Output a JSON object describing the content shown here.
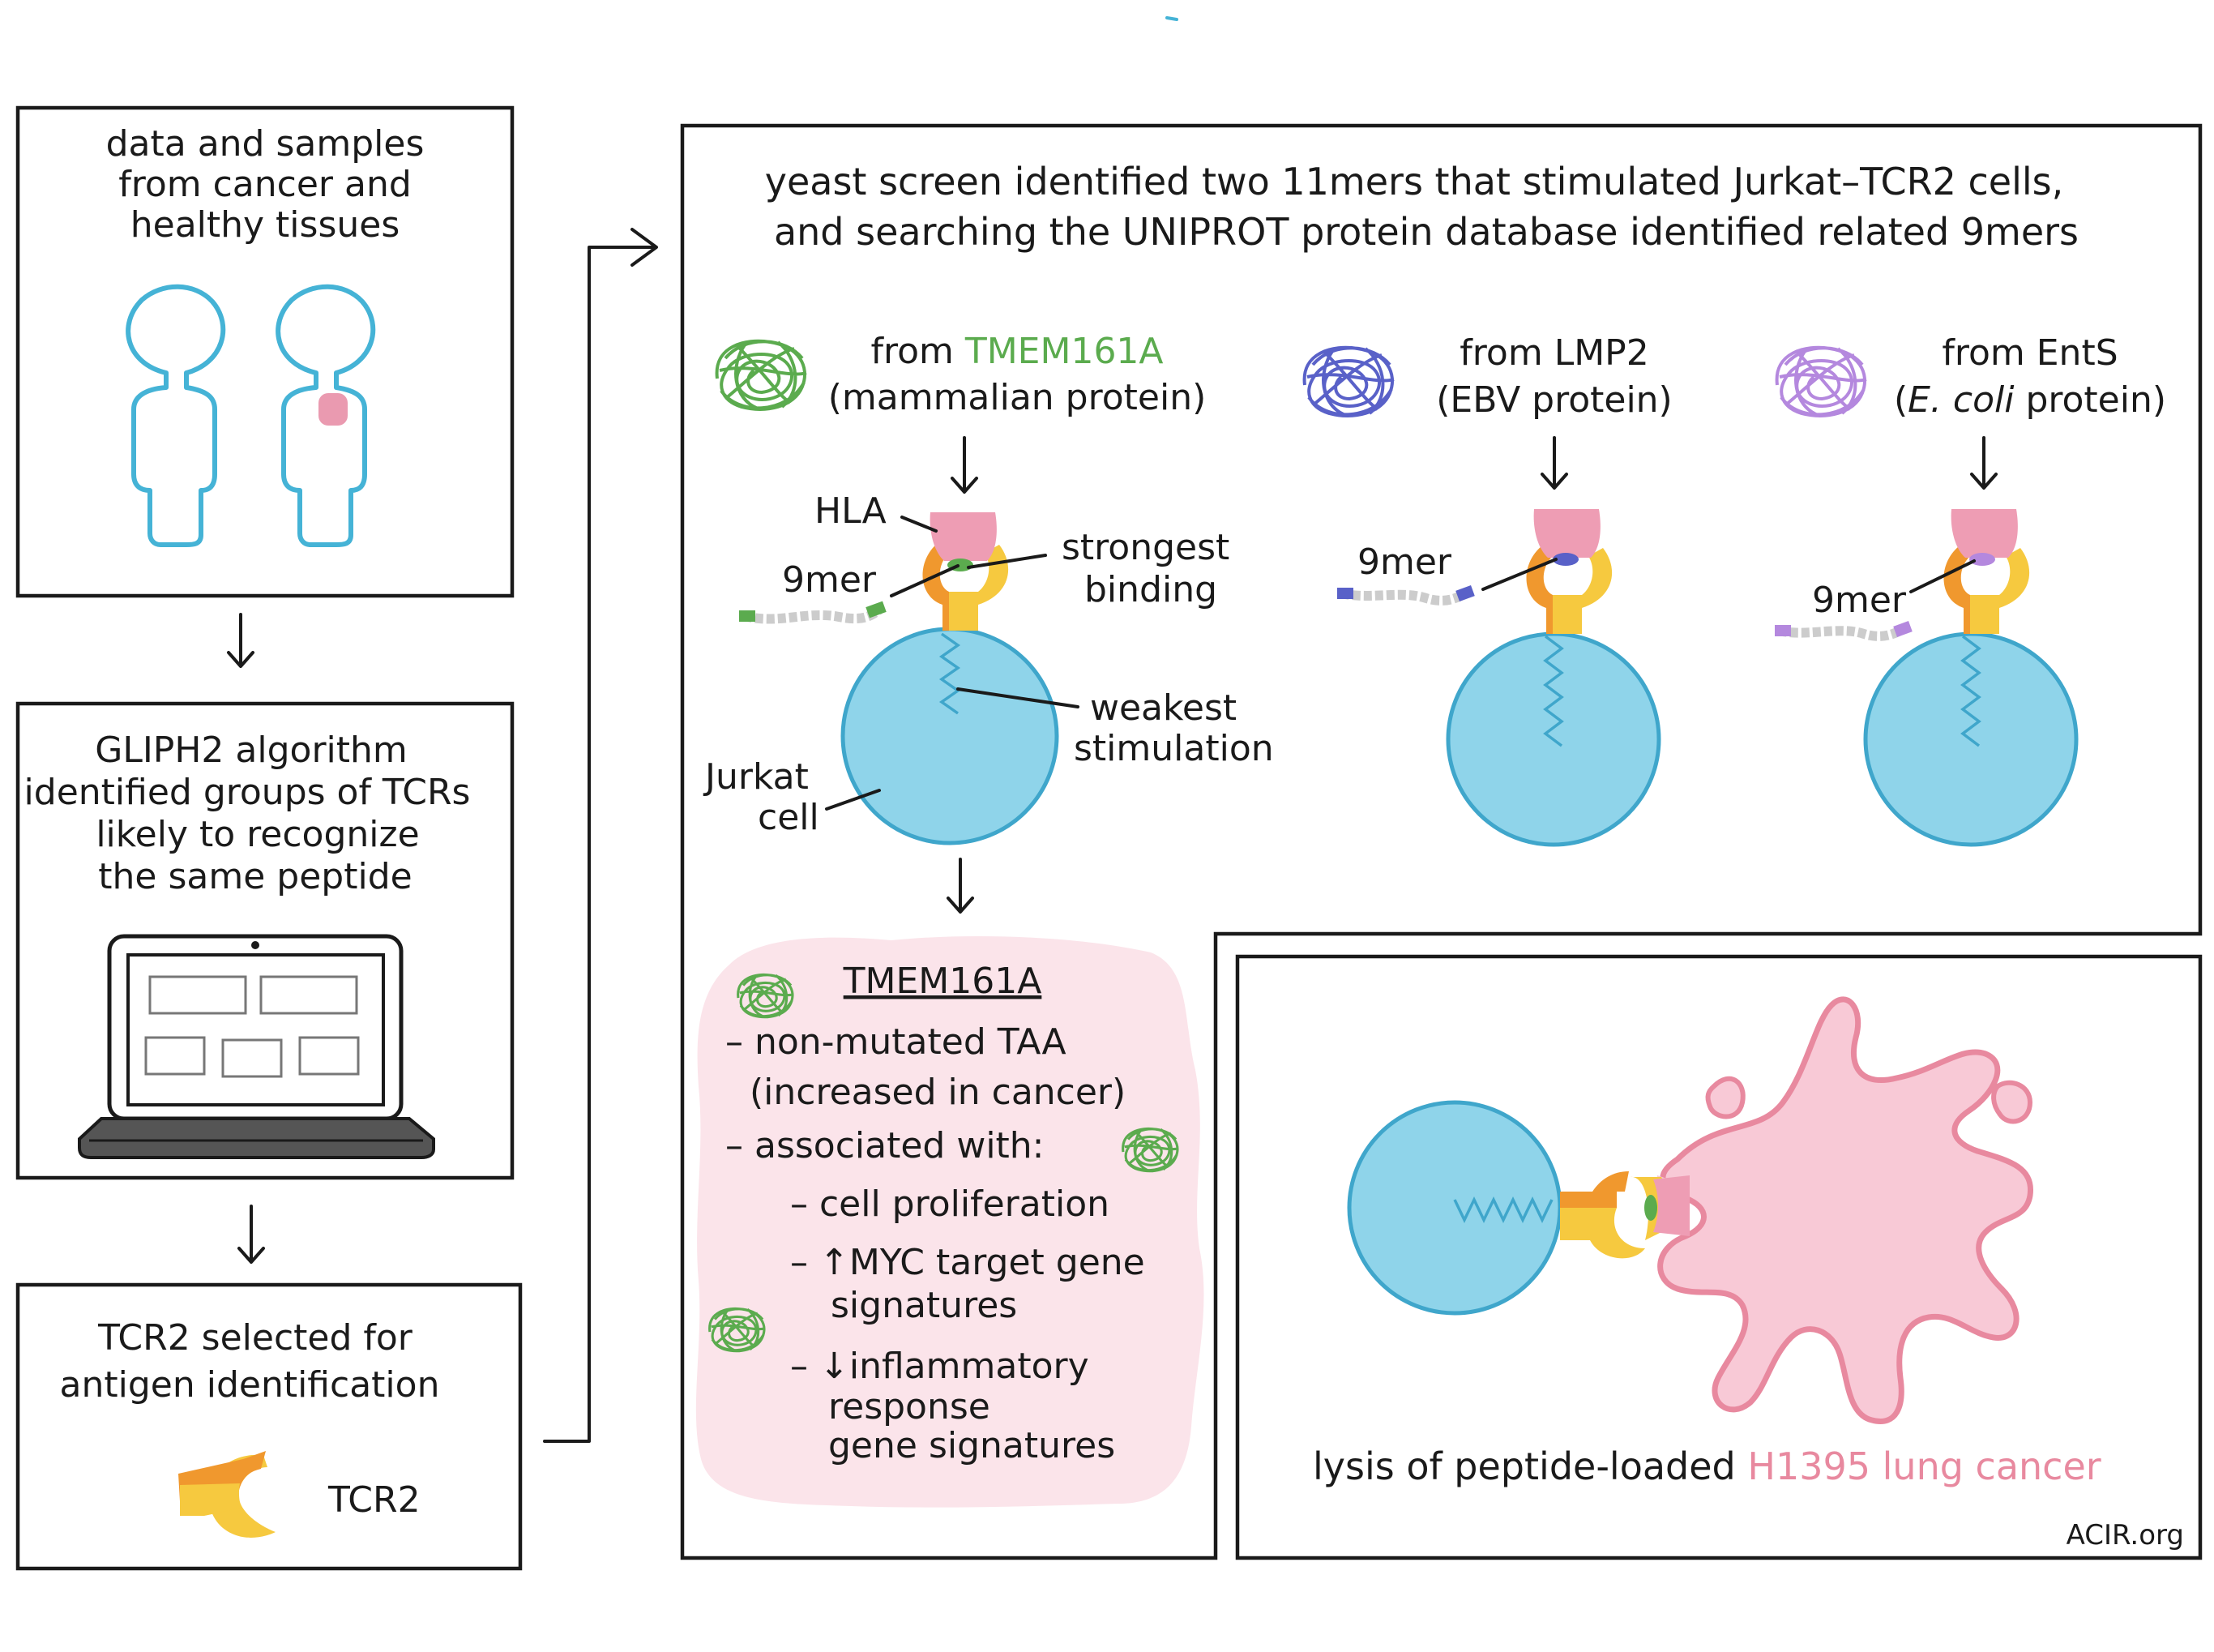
{
  "colors": {
    "ink": "#1a1a1a",
    "person": "#45b3d6",
    "tumor_patch": "#ea9ab0",
    "tmem_green": "#5bab4e",
    "lmp2_blue": "#5961c8",
    "ents_purple": "#b488de",
    "hla_pink": "#ee9db4",
    "tcr_orange": "#f0982e",
    "tcr_yellow": "#f6c93f",
    "cell_blue": "#8fd4ea",
    "cell_stroke": "#3fa6cb",
    "blob_pink": "#fbe4ea",
    "cancer_fill": "#f8c9d6",
    "cancer_stroke": "#e8899f",
    "laptop_dark": "#555555"
  },
  "box_samples": {
    "lines": [
      "data and samples",
      "from cancer and",
      "healthy tissues"
    ],
    "icons": [
      "healthy-person-icon",
      "cancer-patient-icon"
    ]
  },
  "box_gliph": {
    "lines": [
      "GLIPH2 algorithm",
      "identified groups of TCRs",
      "likely to recognize",
      "the same peptide"
    ],
    "icon": "laptop-icon"
  },
  "box_tcr2": {
    "lines": [
      "TCR2 selected for",
      "antigen identification"
    ],
    "tcr_label": "TCR2",
    "icon": "tcr-icon"
  },
  "screen": {
    "line1": "yeast screen identified two 11mers that stimulated Jurkat–TCR2 cells,",
    "line2": "and searching the UNIPROT protein database identified related 9mers",
    "sources": [
      {
        "prefix": "from ",
        "name": "TMEM161A",
        "desc": "(mammalian protein)",
        "icon": "tangled-protein-icon"
      },
      {
        "prefix": "from ",
        "name": "LMP2",
        "desc": "(EBV protein)",
        "icon": "tangled-protein-icon"
      },
      {
        "prefix": "from ",
        "name": "EntS",
        "desc_open": "(",
        "desc_italic": "E. coli",
        "desc_rest": " protein)",
        "icon": "tangled-protein-icon"
      }
    ],
    "labels": {
      "hla": "HLA",
      "ninemer": "9mer",
      "strongest_1": "strongest",
      "strongest_2": "binding",
      "weakest_1": "weakest",
      "weakest_2": "stimulation",
      "jurkat_1": "Jurkat",
      "jurkat_2": "cell"
    }
  },
  "tmem_box": {
    "title": "TMEM161A",
    "items": [
      "– non-mutated TAA",
      "(increased in cancer)",
      "– associated with:",
      "– cell proliferation",
      "– ↑MYC target gene",
      "signatures",
      "– ↓inflammatory",
      "response",
      "gene signatures"
    ]
  },
  "lysis": {
    "prefix": "lysis of peptide-loaded ",
    "highlight": "H1395 lung cancer",
    "watermark": "ACIR.org"
  }
}
